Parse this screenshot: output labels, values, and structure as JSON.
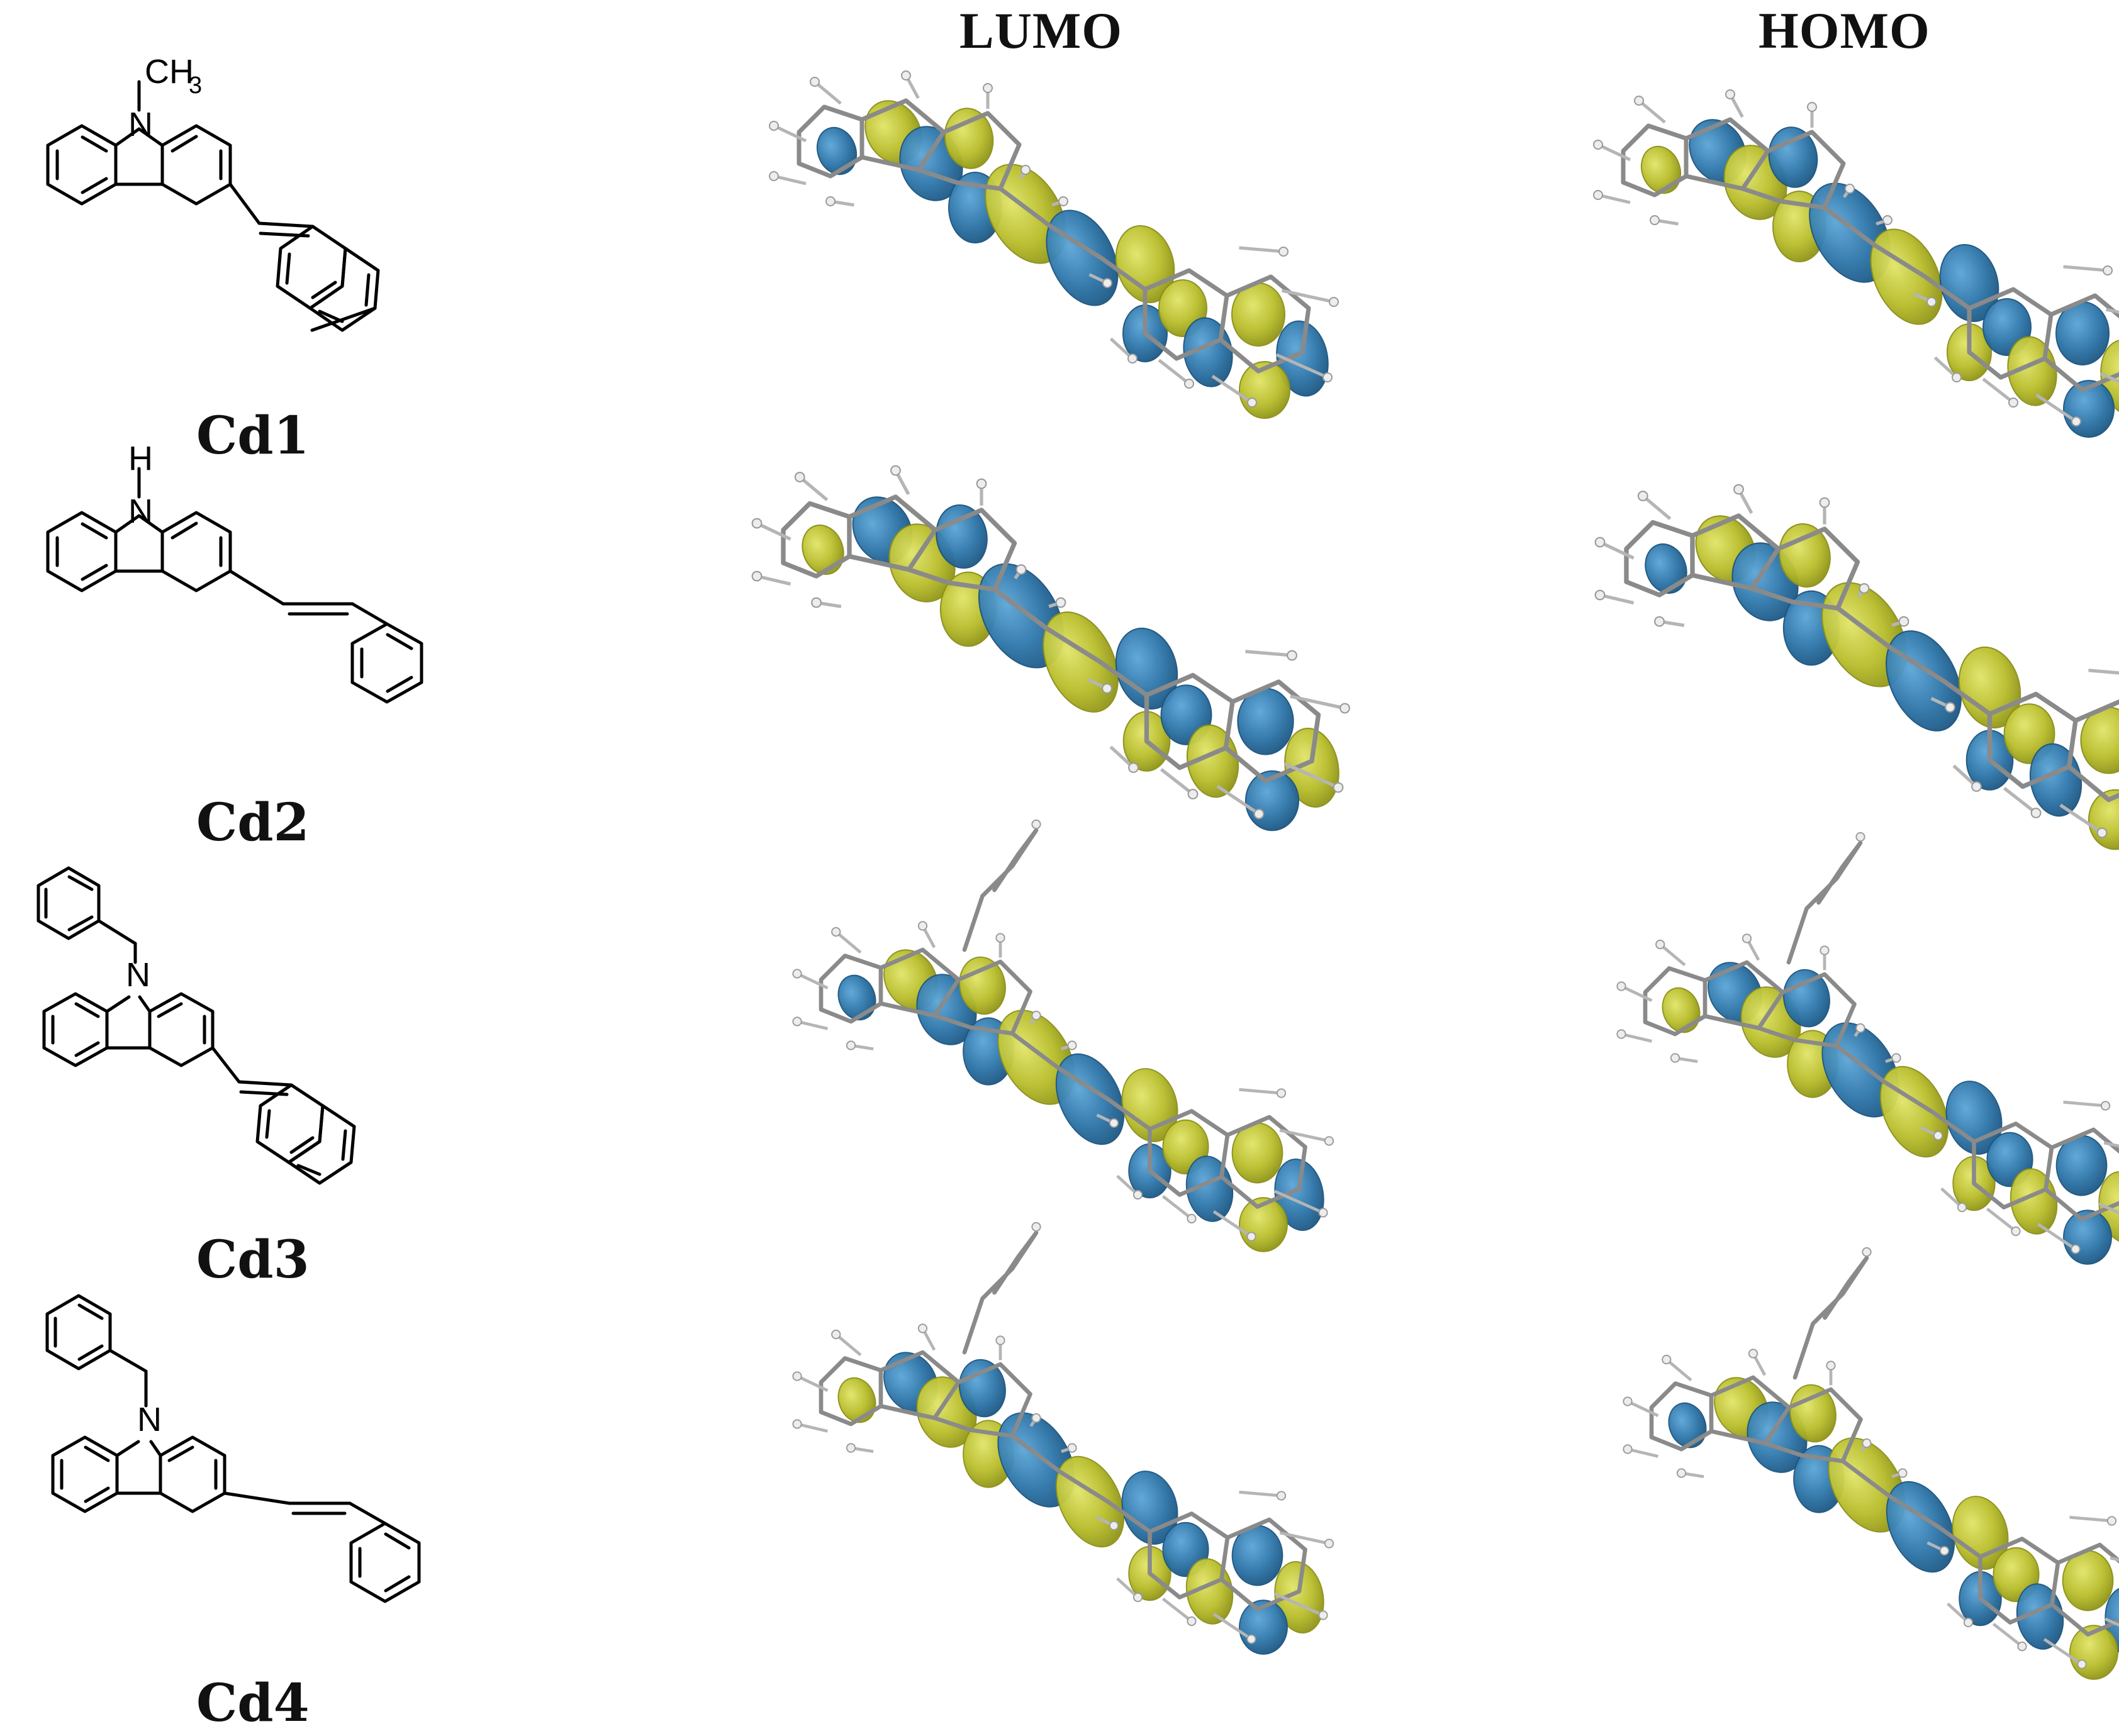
{
  "headers": {
    "lumo": "LUMO",
    "homo": "HOMO"
  },
  "compounds": [
    {
      "label": "Cd1",
      "substituent": "CH3",
      "sub_main": "CH",
      "sub_index": "3"
    },
    {
      "label": "Cd2",
      "substituent": "H"
    },
    {
      "label": "Cd3"
    },
    {
      "label": "Cd4"
    }
  ],
  "atoms": {
    "nitrogen": "N",
    "hydrogen": "H"
  },
  "colors": {
    "lobe_blue": "#2e76a9",
    "lobe_yellow": "#b8bd2c",
    "bond": "#000000",
    "skeleton": "#8a8a8a"
  }
}
